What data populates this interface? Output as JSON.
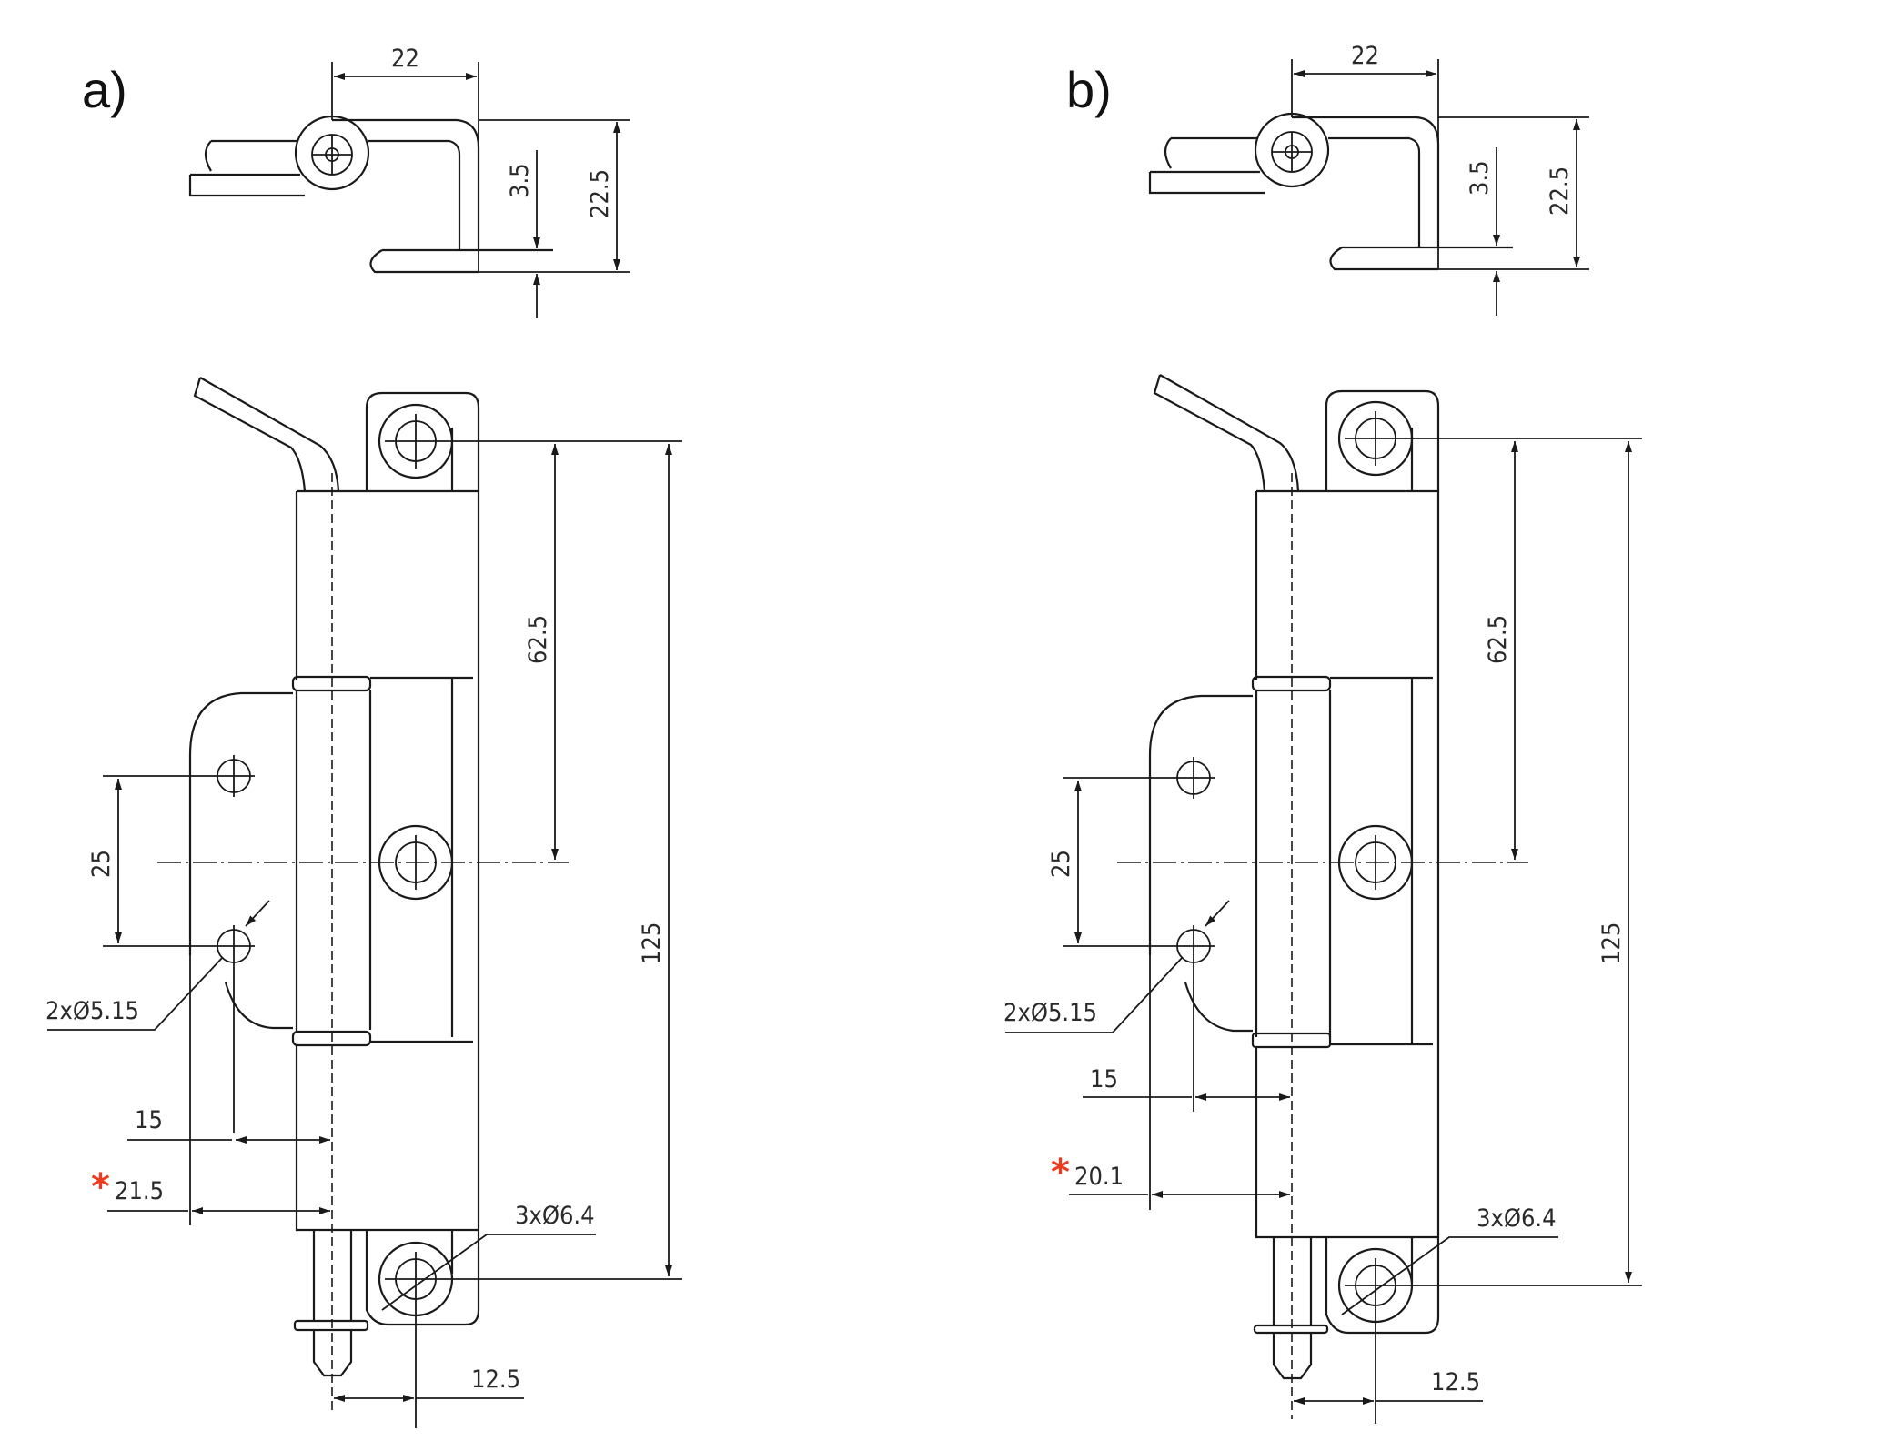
{
  "colors": {
    "line": "#1a1a1a",
    "text": "#2a2a2a",
    "asterisk": "#ee3b1f",
    "background": "#ffffff"
  },
  "panels": [
    {
      "label": "a)",
      "top_view": {
        "width_dim": "22",
        "thickness_dim": "3.5",
        "height_dim": "22.5"
      },
      "front_view": {
        "hole_spacing_dim": "62.5",
        "total_length_dim": "125",
        "leaf_hole_spacing_dim": "25",
        "leaf_holes_callout": "2xØ5.15",
        "leaf_hole_offset_dim": "15",
        "leaf_edge_offset_dim": "21.5",
        "leaf_edge_marker": "*",
        "mount_holes_callout": "3xØ6.4",
        "mount_hole_offset_dim": "12.5"
      }
    },
    {
      "label": "b)",
      "top_view": {
        "width_dim": "22",
        "thickness_dim": "3.5",
        "height_dim": "22.5"
      },
      "front_view": {
        "hole_spacing_dim": "62.5",
        "total_length_dim": "125",
        "leaf_hole_spacing_dim": "25",
        "leaf_holes_callout": "2xØ5.15",
        "leaf_hole_offset_dim": "15",
        "leaf_edge_offset_dim": "20.1",
        "leaf_edge_marker": "*",
        "mount_holes_callout": "3xØ6.4",
        "mount_hole_offset_dim": "12.5"
      }
    }
  ]
}
